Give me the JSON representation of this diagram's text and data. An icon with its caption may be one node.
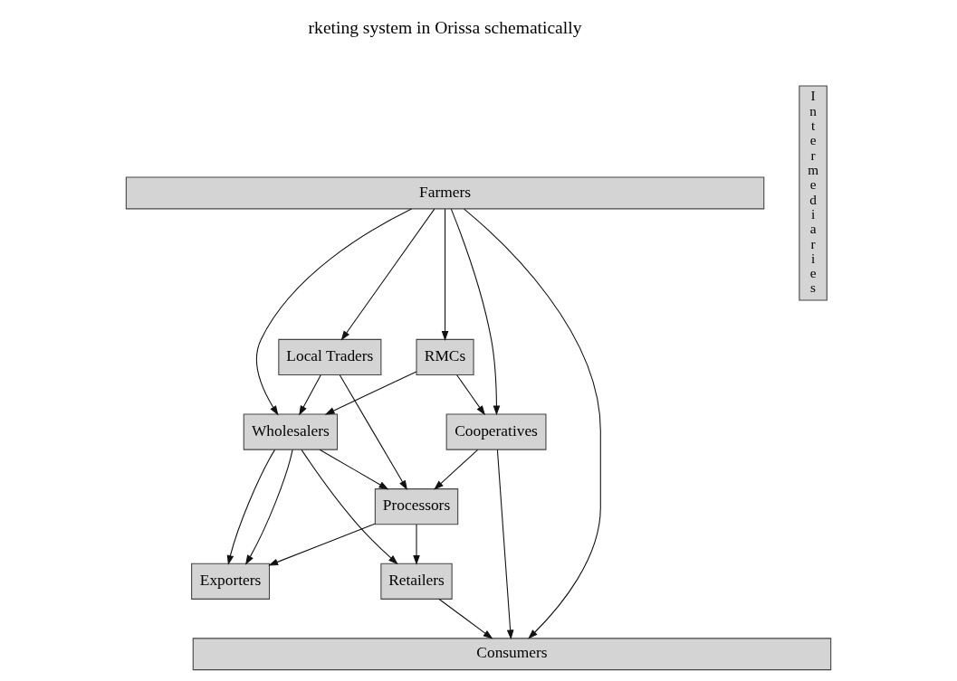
{
  "diagram": {
    "nodes": [
      {
        "text": [
          "Farmers"
        ]
      },
      {
        "text": [
          "RMCs"
        ]
      },
      {
        "text": [
          "Local Traders"
        ]
      },
      {
        "text": [
          "Cooperatives"
        ]
      },
      {
        "text": [
          "Wholesalers"
        ]
      },
      {
        "text": [
          "Processors"
        ]
      },
      {
        "text": [
          "Exporters"
        ]
      },
      {
        "text": [
          "Retailers"
        ]
      },
      {
        "text": [
          "Consumers"
        ]
      },
      {
        "text": [
          "Intermediaries"
        ]
      }
    ],
    "edges": [
      {
        "from": 0,
        "to": 8,
        "arrow": "to"
      },
      {
        "from": 0,
        "to": 3,
        "arrow": "to"
      },
      {
        "from": 0,
        "to": 1,
        "arrow": "to"
      },
      {
        "from": 0,
        "to": 4,
        "arrow": "to"
      },
      {
        "from": 0,
        "to": 2,
        "arrow": "to"
      },
      {
        "from": 1,
        "to": 3,
        "arrow": "to"
      },
      {
        "from": 1,
        "to": 4,
        "arrow": "to"
      },
      {
        "from": 2,
        "to": 4,
        "arrow": "to"
      },
      {
        "from": 2,
        "to": 5,
        "arrow": "to"
      },
      {
        "from": 3,
        "to": 8,
        "arrow": "to"
      },
      {
        "from": 3,
        "to": 5,
        "arrow": "to"
      },
      {
        "from": 4,
        "to": 5,
        "arrow": "to"
      },
      {
        "from": 4,
        "to": 7,
        "arrow": "to"
      },
      {
        "from": 4,
        "to": 6,
        "arrow": "to"
      },
      {
        "from": 4,
        "to": 6,
        "arrow": "to"
      },
      {
        "from": 5,
        "to": 6,
        "arrow": "to"
      },
      {
        "from": 5,
        "to": 7,
        "arrow": "to"
      },
      {
        "from": 7,
        "to": 8,
        "arrow": "to"
      }
    ],
    "labels": [
      "rketing system in Orissa schematically"
    ]
  }
}
